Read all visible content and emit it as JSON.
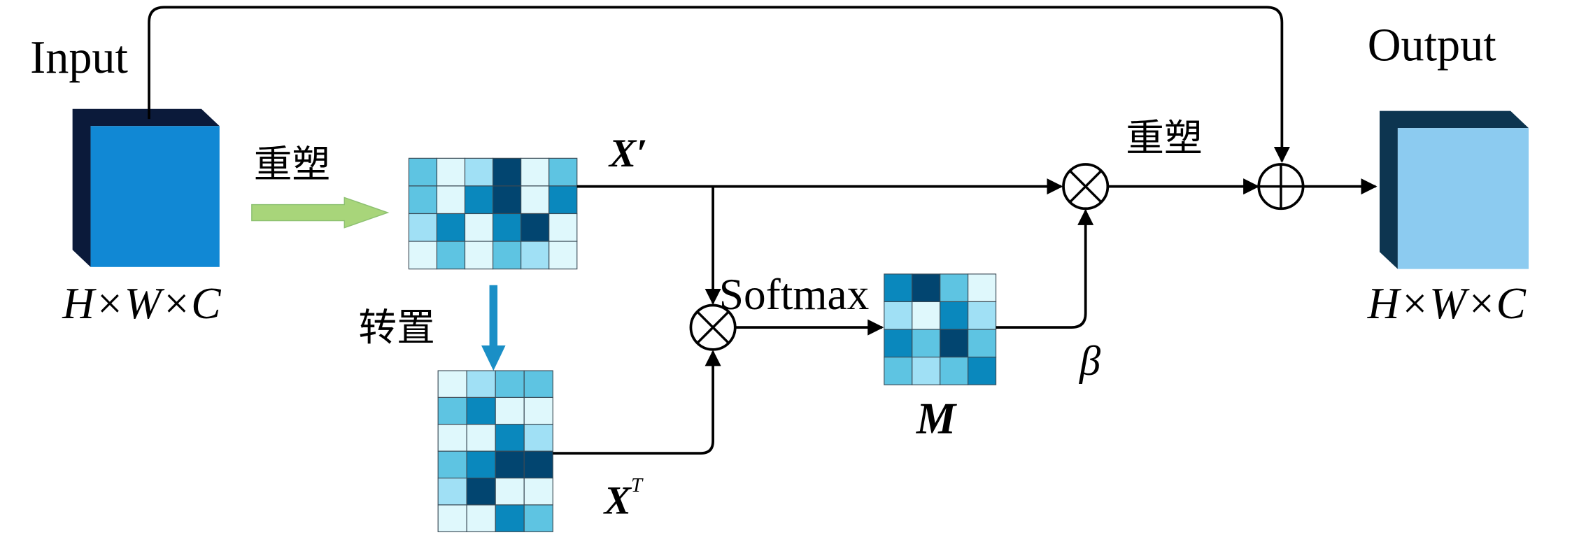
{
  "labels": {
    "input": "Input",
    "output": "Output",
    "input_shape": "H×W×C",
    "output_shape": "H×W×C",
    "reshape_1": "重塑",
    "reshape_2": "重塑",
    "transpose": "转置",
    "x_prime": "X′",
    "x_t_base": "X",
    "x_t_sup": "T",
    "softmax": "Softmax",
    "m": "M",
    "beta": "β"
  },
  "colors": {
    "levels": [
      "#dff8fc",
      "#a0e0f5",
      "#5ec4e2",
      "#0a88bd",
      "#024570"
    ],
    "input_front": "#1188d4",
    "input_back": "#0b1a3a",
    "output_front": "#8ccbf0",
    "output_back": "#0d3550",
    "reshape_arrow": "#a8d57a",
    "transpose_arrow": "#1a8fc6"
  },
  "matrices": {
    "x_prime": [
      [
        2,
        0,
        1,
        4,
        0,
        2
      ],
      [
        2,
        0,
        3,
        4,
        0,
        3
      ],
      [
        1,
        3,
        0,
        3,
        4,
        0
      ],
      [
        0,
        2,
        0,
        2,
        1,
        0
      ]
    ],
    "x_t": [
      [
        0,
        1,
        2,
        2
      ],
      [
        2,
        3,
        0,
        0
      ],
      [
        0,
        0,
        3,
        1
      ],
      [
        2,
        3,
        4,
        4
      ],
      [
        1,
        4,
        0,
        0
      ],
      [
        0,
        0,
        3,
        2
      ]
    ],
    "m": [
      [
        3,
        4,
        2,
        0
      ],
      [
        1,
        0,
        3,
        1
      ],
      [
        3,
        2,
        4,
        2
      ],
      [
        2,
        1,
        2,
        3
      ]
    ]
  },
  "operators": {
    "multiply_1": "⊗",
    "multiply_2": "⊗",
    "add": "⊕"
  }
}
